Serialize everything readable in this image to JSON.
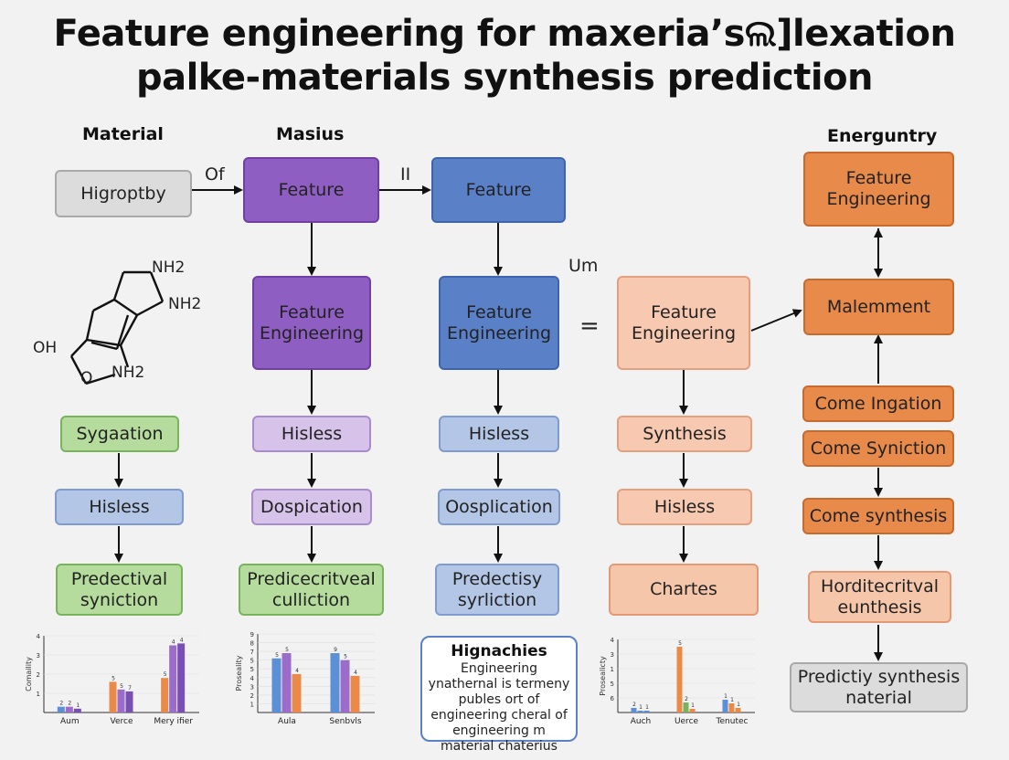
{
  "title": {
    "line1": "Feature engineering for maxeria’sଲ]lexation",
    "line2": "palke-materials synthesis prediction"
  },
  "columns": {
    "material": "Material",
    "masius": "Masius",
    "energuntry": "Energuntry"
  },
  "notes": {
    "of": "Of",
    "ii": "II",
    "um": "Um",
    "eq": "="
  },
  "molecule": {
    "nh2_top": "NH2",
    "nh2_right": "NH2",
    "oh": "OH",
    "nh2_bottom": "NH2",
    "o": "O"
  },
  "boxes": {
    "higroptby": "Higroptby",
    "feature_purple": "Feature",
    "feature_blue": "Feature",
    "fe_orange_top": "Feature Engineering",
    "fe_purple": "Feature Engineering",
    "fe_blue": "Feature Engineering",
    "fe_peach": "Feature Engineering",
    "malemment": "Malemment",
    "sygaation": "Sygaation",
    "hisless_lpurple": "Hisless",
    "hisless_lblue": "Hisless",
    "synthesis_peach": "Synthesis",
    "come_ingation": "Come Ingation",
    "come_syniction": "Come Syniction",
    "hisless_blue": "Hisless",
    "dospication": "Dospication",
    "oosplication": "Oosplication",
    "hisless_peach": "Hisless",
    "come_synthesis": "Come synthesis",
    "predictival_syniction": "Predectival syniction",
    "predicecritveal_culliction": "Predicecritveal culliction",
    "predectisy_syrliction": "Predectisy syrliction",
    "chartes": "Chartes",
    "horditecritval": "Horditecritval eunthesis",
    "predictiy_synthesis": "Predictiy synthesis naterial"
  },
  "callout": {
    "title": "Hignachies",
    "body": "Engineering ynathernal is termeny publes ort of engineering cheral of engineering m material chaterius"
  },
  "chart_data": [
    {
      "type": "bar",
      "ylabel": "Comaility",
      "ylim": [
        0,
        4
      ],
      "yticks": [
        "4",
        "3",
        "2",
        "1"
      ],
      "categories": [
        "Aum",
        "Verce",
        "Mery ifier"
      ],
      "series": [
        {
          "color": "#5b8fd6",
          "values": [
            0.3,
            1.6,
            1.8
          ]
        },
        {
          "color": "#9b6cc9",
          "values": [
            0.3,
            1.2,
            3.5
          ]
        },
        {
          "color": "#e98a48",
          "values": [
            0.2,
            1.1,
            3.6
          ]
        }
      ],
      "bar_colors": [
        "#5b8fd6",
        "#9b6cc9",
        "#7a4fb3",
        "#e98a48",
        "#9b6cc9",
        "#7a4fb3",
        "#e98a48",
        "#9b6cc9",
        "#7a4fb3"
      ],
      "data_labels": [
        "2",
        "2",
        "1",
        "5",
        "5",
        "7",
        "5",
        "4",
        "4"
      ]
    },
    {
      "type": "bar",
      "ylabel": "Proseality",
      "ylim": [
        0,
        9
      ],
      "yticks": [
        "9",
        "8",
        "7",
        "5",
        "5",
        "4",
        "3",
        "2",
        "1"
      ],
      "categories": [
        "Aula",
        "Senbvls"
      ],
      "bar_colors": [
        "#5b8fd6",
        "#9b6cc9",
        "#e98a48",
        "#5b8fd6",
        "#9b6cc9",
        "#e98a48"
      ],
      "values": [
        6.2,
        6.8,
        4.4,
        6.8,
        6.0,
        4.2
      ],
      "data_labels": [
        "5",
        "5",
        "4",
        "9",
        "5",
        "4"
      ]
    },
    {
      "type": "bar",
      "ylabel": "Prosealicty",
      "ylim": [
        0,
        8
      ],
      "yticks": [
        "4",
        "3",
        "1",
        "5",
        "6"
      ],
      "categories": [
        "Auch",
        "Uerce",
        "Tenutec"
      ],
      "bar_colors": [
        "#5b8fd6",
        "#5b8fd6",
        "#5b8fd6",
        "#e98a48",
        "#79b45d",
        "#e98a48",
        "#5b8fd6",
        "#e98a48",
        "#e98a48"
      ],
      "values": [
        0.5,
        0.2,
        0.2,
        7.2,
        1.1,
        0.4,
        1.4,
        1.0,
        0.5
      ],
      "data_labels": [
        "2",
        "1",
        "1",
        "5",
        "2",
        "1",
        "1",
        "1",
        "1"
      ]
    }
  ]
}
